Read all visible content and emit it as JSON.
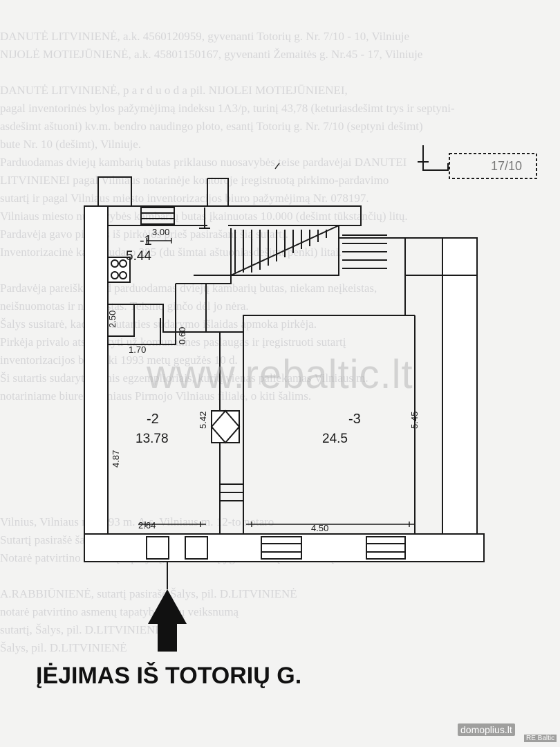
{
  "ghost_text": [
    "DANUTĖ LITVINIENĖ, a.k. 4560120959, gyvenanti Totorių g. Nr. 7/10 - 10, Vilniuje",
    "NIJOLĖ MOTIEJŪNIENĖ, a.k. 45801150167, gyvenanti Žemaitės g. Nr.45 - 17, Vilniuje",
    "",
    "DANUTĖ LITVINIENĖ, p a r d u o d a pil. NIJOLEI MOTIEJŪNIENEI,",
    "pagal inventorinės bylos pažymėjimą indeksu 1A3/p, turinį 43,78 (keturiasdešimt trys ir septyni-",
    "asdešimt aštuoni) kv.m. bendro naudingo ploto, esantį Totorių g. Nr. 7/10 (septyni dešimt)",
    "bute Nr. 10 (dešimt), Vilniuje.",
    "Parduodamas dviejų kambarių butas priklauso nuosavybės teise pardavėjai DANUTEI",
    "LITVINIENEI pagal Vilniaus notarinėje kontoroje įregistruotą pirkimo-pardavimo",
    "sutartį ir pagal Vilniaus miesto inventorizacijos biuro pažymėjimą Nr. 078197.",
    "Vilniaus miesto nuosavybės kambarių butas įkainuotas 10.000 (dešimt tūkstančių) litų.",
    "Pardavėja gavo pinigus iš pirkėjos prieš pasirašant šią sutartį.",
    "Inventorizacinė kaina sudaro 285 (du šimtai aštuoniasdešimt penki) litai.",
    "",
    "Pardavėja pareiškė, kad parduodamas dviejų kambarių butas, niekam neįkeistas,",
    "neišnuomotas ir neįkeistas. Teismo ginčo dėl jo nėra.",
    "Šalys susitarė, kad šios sutarties sudarymo išlaidas apmoka pirkėja.",
    "Pirkėja privalo atsiskaityti už komunalines paslaugas ir įregistruoti sutartį",
    "inventorizacijos biure iki 1993 metų gegužės 10 d.",
    "Ši sutartis sudaryta trimis egzemplioriais, kurių vienas paliekamas Vilniaus m.",
    "notariniame biure - Vilniaus Pirmojo Vilniaus filiale, o kiti šalims.",
    "",
    "",
    "",
    "",
    "",
    "",
    "Vilnius, Vilniaus m. 1993 m.         A.s. Vilniaus m. 12-to notaro",
    "Sutartį pasirašė šalys, pil. D.LITVINIENĖ ir N. MOTIEJŪNIENĖ",
    "Notarė patvirtino asmenų tapatybę, sutarties sąlygas ir šalių veiksnumą",
    "",
    "A.RABBIŪNIENĖ, sutartį pasirašė Šalys, pil. D.LITVINIENĖ",
    "notarė patvirtino asmenų tapatybę šalių veiksnumą",
    "sutartį, Šalys, pil. D.LITVINIENĖ",
    "Šalys, pil. D.LITVINIENĖ"
  ],
  "stamp": {
    "code": "17/10"
  },
  "rooms": [
    {
      "number": "-1",
      "area": "5.44"
    },
    {
      "number": "-2",
      "area": "13.78"
    },
    {
      "number": "-3",
      "area": "24.5"
    }
  ],
  "dimensions": [
    "3.00",
    "2.50",
    "0.60",
    "1.70",
    "5.42",
    "5.45",
    "4.87",
    "2.64",
    "4.50"
  ],
  "watermark": "www.rebaltic.lt",
  "entrance_label": "ĮĖJIMAS IŠ TOTORIŲ G.",
  "logos": {
    "domoplius": "domoplius.lt",
    "baltic": "RE Baltic"
  },
  "colors": {
    "paper": "#f3f3f2",
    "ink": "#1a1a1a",
    "ghost_text": "#d6d6d8"
  }
}
